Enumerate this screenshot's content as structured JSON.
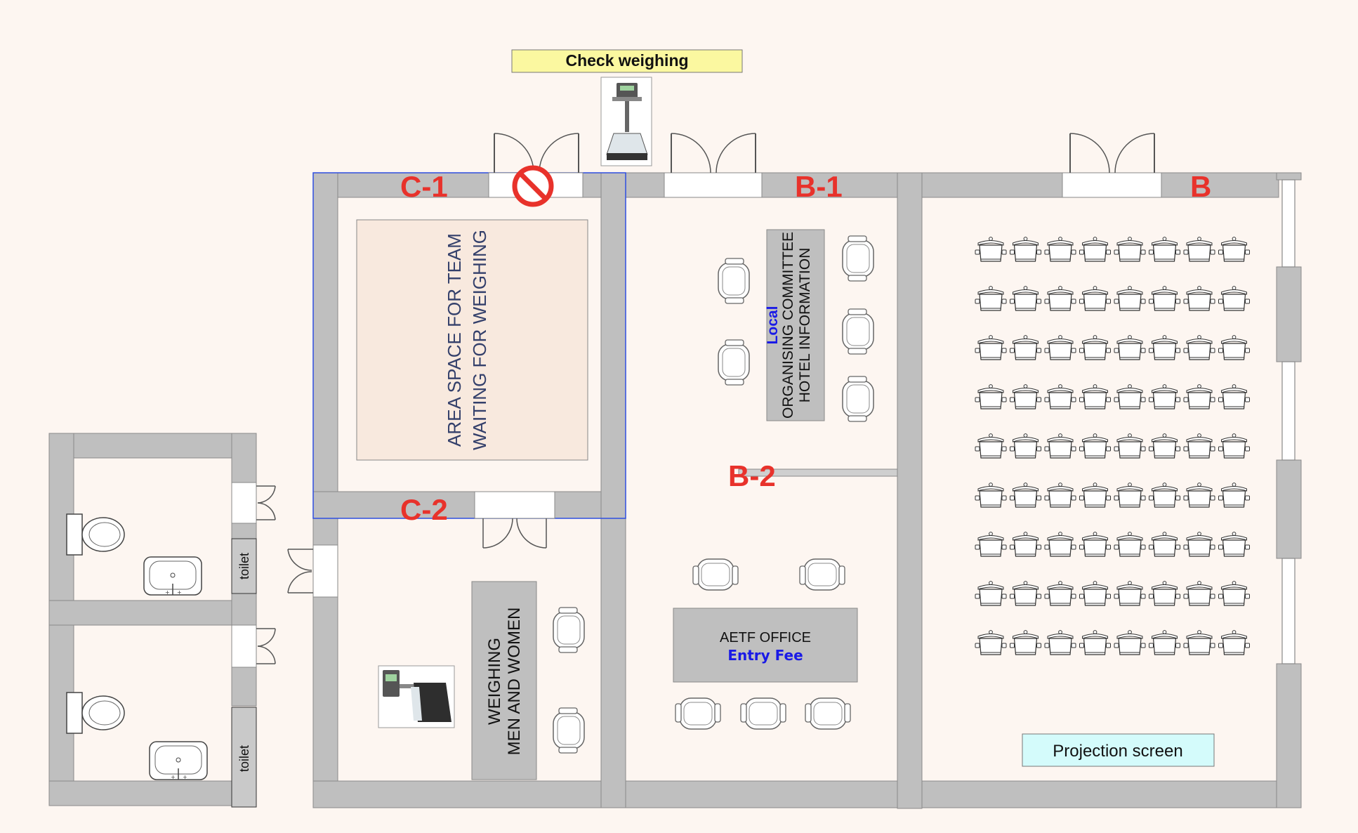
{
  "banners": {
    "check_weighing": "Check weighing",
    "projection_screen": "Projection screen"
  },
  "doors": {
    "c1": "C-1",
    "c2": "C-2",
    "b1": "B-1",
    "b2": "B-2",
    "b": "B"
  },
  "areas": {
    "waiting_line1": "AREA SPACE FOR TEAM",
    "waiting_line2": "WAITING FOR WEIGHING",
    "local_label": "Local",
    "organising_line1": "ORGANISING COMMITTEE",
    "organising_line2": "HOTEL INFORMATION",
    "weighing_line1": "WEIGHING",
    "weighing_line2": "MEN AND WOMEN",
    "aetf_office": "AETF OFFICE",
    "entry_fee": "Entry Fee",
    "toilet_top": "toilet",
    "toilet_bottom": "toilet"
  },
  "seating": {
    "rows": 9,
    "columns": 8
  },
  "colors": {
    "background": "#fdf6f1",
    "wall": "#bfbfbf",
    "wall_stroke": "#8a8a8a",
    "room_label_red": "#e8322b",
    "highlight_blue": "#1a1ae6",
    "banner_yellow": "#fbf8a0",
    "banner_cyan": "#d4fbfb",
    "waiting_area": "#f8e9de",
    "info_desk": "#bfbfbf",
    "selection_border": "#2f4fe0"
  },
  "icons": [
    "no-entry-icon",
    "scale-icon",
    "chair-icon",
    "toilet-icon",
    "sink-icon",
    "door-icon"
  ]
}
